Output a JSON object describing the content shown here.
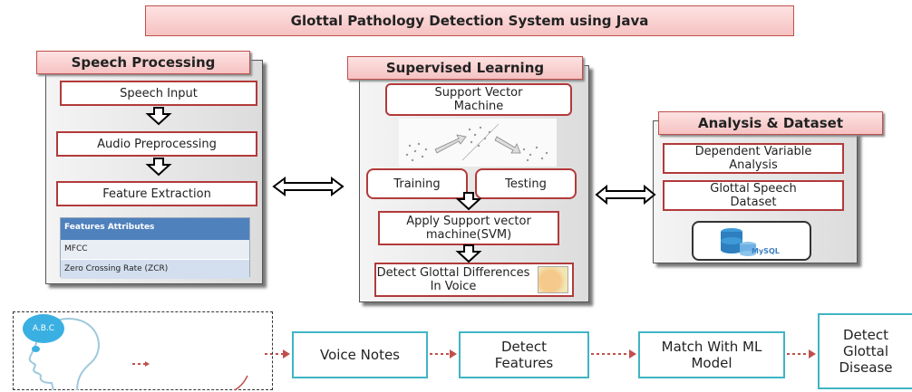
{
  "title": "Glottal Pathology Detection System using Java",
  "speech_processing": {
    "header": "Speech Processing",
    "steps": [
      "Speech Input",
      "Audio Preprocessing",
      "Feature Extraction"
    ],
    "table_header": "Features Attributes",
    "table_rows": [
      "MFCC",
      "Zero Crossing Rate (ZCR)"
    ]
  },
  "supervised_learning": {
    "header": "Supervised Learning",
    "svm": "Support Vector Machine",
    "training": "Training",
    "testing": "Testing",
    "apply": "Apply Support vector machine(SVM)",
    "detect": "Detect Glottal Differences In Voice"
  },
  "analysis": {
    "header": "Analysis & Dataset",
    "dependent": "Dependent Variable Analysis",
    "dataset": "Glottal Speech Dataset",
    "db_logo": "MySQL"
  },
  "bottom_flow": {
    "bubble": "A.B.C",
    "steps": [
      "Voice Notes",
      "Detect Features",
      "Match With ML Model",
      "Detect Glottal Disease"
    ]
  },
  "colors": {
    "accent_red": "#b23a3a",
    "teal": "#3fb5c4",
    "table_blue": "#4f81bd"
  }
}
